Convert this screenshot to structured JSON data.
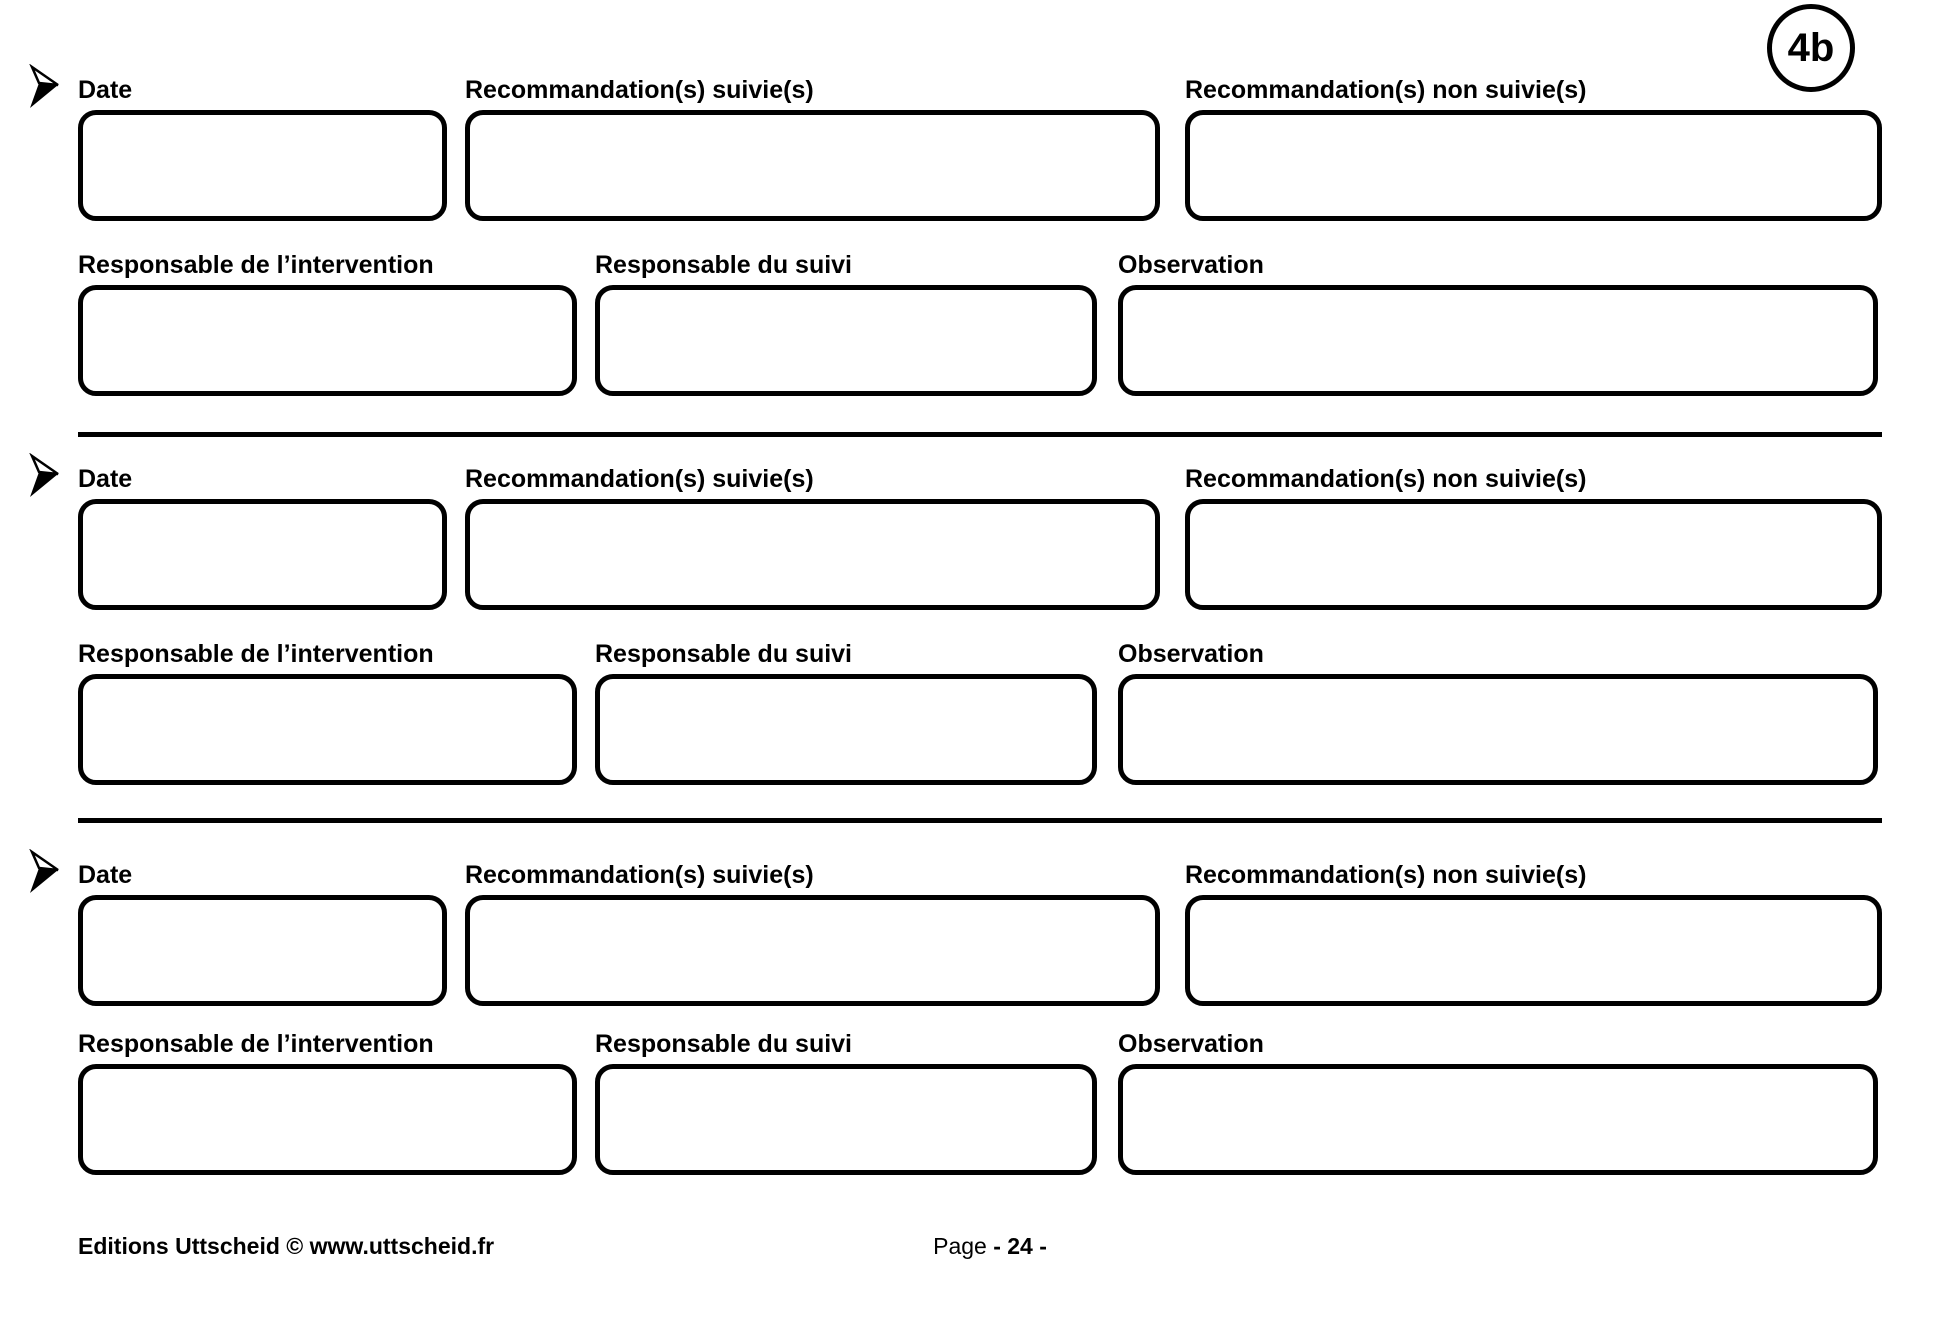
{
  "badge": "4b",
  "labels": {
    "date": "Date",
    "recommendations_followed": "Recommandation(s) suivie(s)",
    "recommendations_not_followed": "Recommandation(s) non suivie(s)",
    "intervention_manager": "Responsable de l’intervention",
    "followup_manager": "Responsable du suivi",
    "observation": "Observation"
  },
  "field_values": {
    "date": "",
    "recommendations_followed": "",
    "recommendations_not_followed": "",
    "intervention_manager": "",
    "followup_manager": "",
    "observation": ""
  },
  "footer": {
    "publisher": "Editions Uttscheid © www.uttscheid.fr",
    "page_label": "Page",
    "page_number": "- 24 -"
  },
  "colors": {
    "ink": "#000000",
    "paper": "#ffffff"
  }
}
